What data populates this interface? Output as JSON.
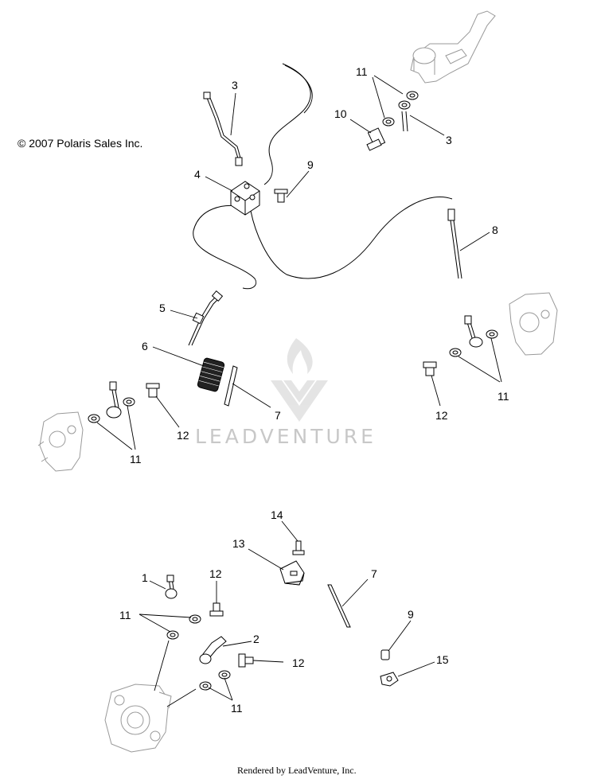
{
  "copyright": "© 2007 Polaris Sales Inc.",
  "watermark": "LEADVENTURE",
  "footer": "Rendered by LeadVenture, Inc.",
  "callouts": [
    {
      "id": "c3a",
      "text": "3"
    },
    {
      "id": "c11a",
      "text": "11"
    },
    {
      "id": "c10",
      "text": "10"
    },
    {
      "id": "c3b",
      "text": "3"
    },
    {
      "id": "c4",
      "text": "4"
    },
    {
      "id": "c9a",
      "text": "9"
    },
    {
      "id": "c8",
      "text": "8"
    },
    {
      "id": "c5",
      "text": "5"
    },
    {
      "id": "c6",
      "text": "6"
    },
    {
      "id": "c7a",
      "text": "7"
    },
    {
      "id": "c12a",
      "text": "12"
    },
    {
      "id": "c11b",
      "text": "11"
    },
    {
      "id": "c12b",
      "text": "12"
    },
    {
      "id": "c11c",
      "text": "11"
    },
    {
      "id": "c14",
      "text": "14"
    },
    {
      "id": "c13",
      "text": "13"
    },
    {
      "id": "c7b",
      "text": "7"
    },
    {
      "id": "c1",
      "text": "1"
    },
    {
      "id": "c12c",
      "text": "12"
    },
    {
      "id": "c11d",
      "text": "11"
    },
    {
      "id": "c2",
      "text": "2"
    },
    {
      "id": "c12d",
      "text": "12"
    },
    {
      "id": "c9b",
      "text": "9"
    },
    {
      "id": "c15",
      "text": "15"
    },
    {
      "id": "c11e",
      "text": "11"
    }
  ]
}
